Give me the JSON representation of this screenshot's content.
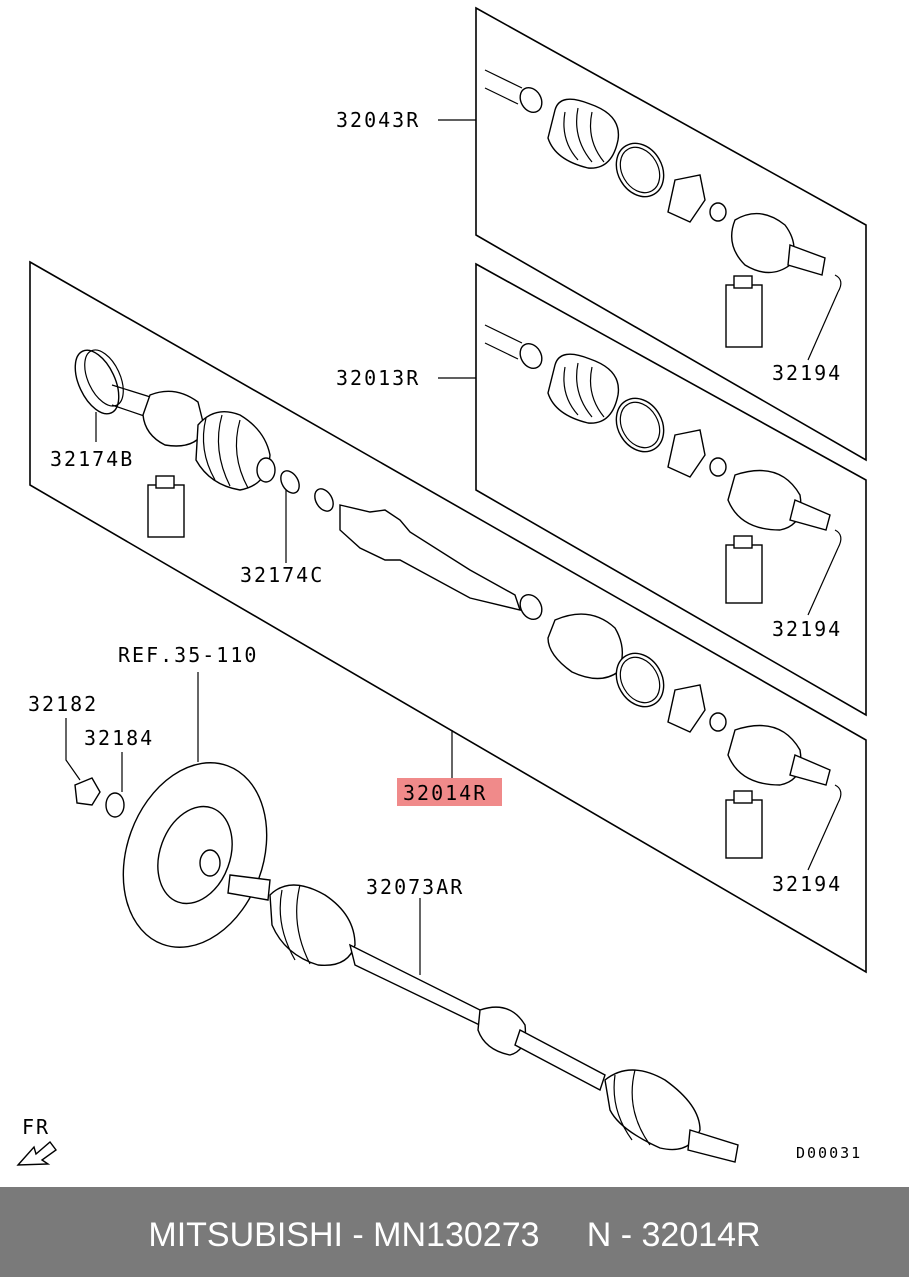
{
  "labels": {
    "p32043R": "32043R",
    "p32013R": "32013R",
    "p32174B": "32174B",
    "p32174C": "32174C",
    "p32194_top": "32194",
    "p32194_mid": "32194",
    "p32194_bot": "32194",
    "ref": "REF.35-110",
    "p32182": "32182",
    "p32184": "32184",
    "p32014R": "32014R",
    "p32073AR": "32073AR",
    "fr": "FR",
    "diagram_code": "D00031"
  },
  "highlight_color": "#f08a8a",
  "footer": {
    "text": "MITSUBISHI - MN130273     N - 32014R",
    "background": "#7a7a7a",
    "color": "#ffffff"
  }
}
